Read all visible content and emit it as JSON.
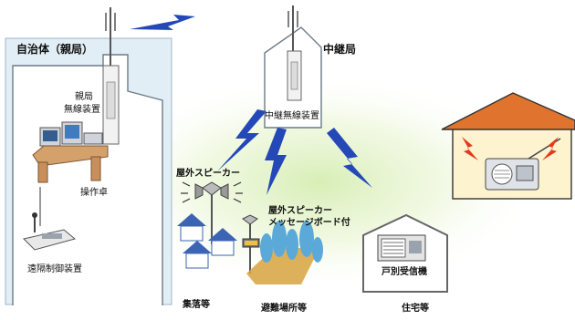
{
  "labels": {
    "parent_station_title": "自治体（親局）",
    "parent_radio_line1": "親局",
    "parent_radio_line2": "無線装置",
    "operation_desk": "操作卓",
    "remote_control": "遠隔制御装置",
    "relay_station": "中継局",
    "relay_radio": "中継無線装置",
    "outdoor_speaker": "屋外スピーカー",
    "outdoor_speaker_board_line1": "屋外スピーカー",
    "outdoor_speaker_board_line2": "メッセージボード付",
    "village": "集落等",
    "shelter": "避難場所等",
    "household_receiver": "戸別受信機",
    "residence": "住宅等"
  },
  "colors": {
    "building_panel": "#e2eef6",
    "lightning": "#2448b8",
    "house_roof": "#e0742e",
    "house_wall": "#fdf3cf",
    "alert": "#e53a1e",
    "village_roof": "#3c64b4",
    "tree": "#5aa9d8",
    "ground": "#d7a23e"
  }
}
